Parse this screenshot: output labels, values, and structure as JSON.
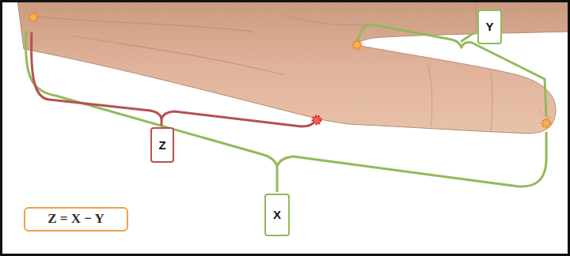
{
  "diagram": {
    "nodes": [
      {
        "text": [
          "Y"
        ]
      },
      {
        "text": [
          "Z"
        ]
      },
      {
        "text": [
          "X"
        ]
      },
      {
        "text": [
          "Z = X − Y"
        ]
      }
    ]
  }
}
